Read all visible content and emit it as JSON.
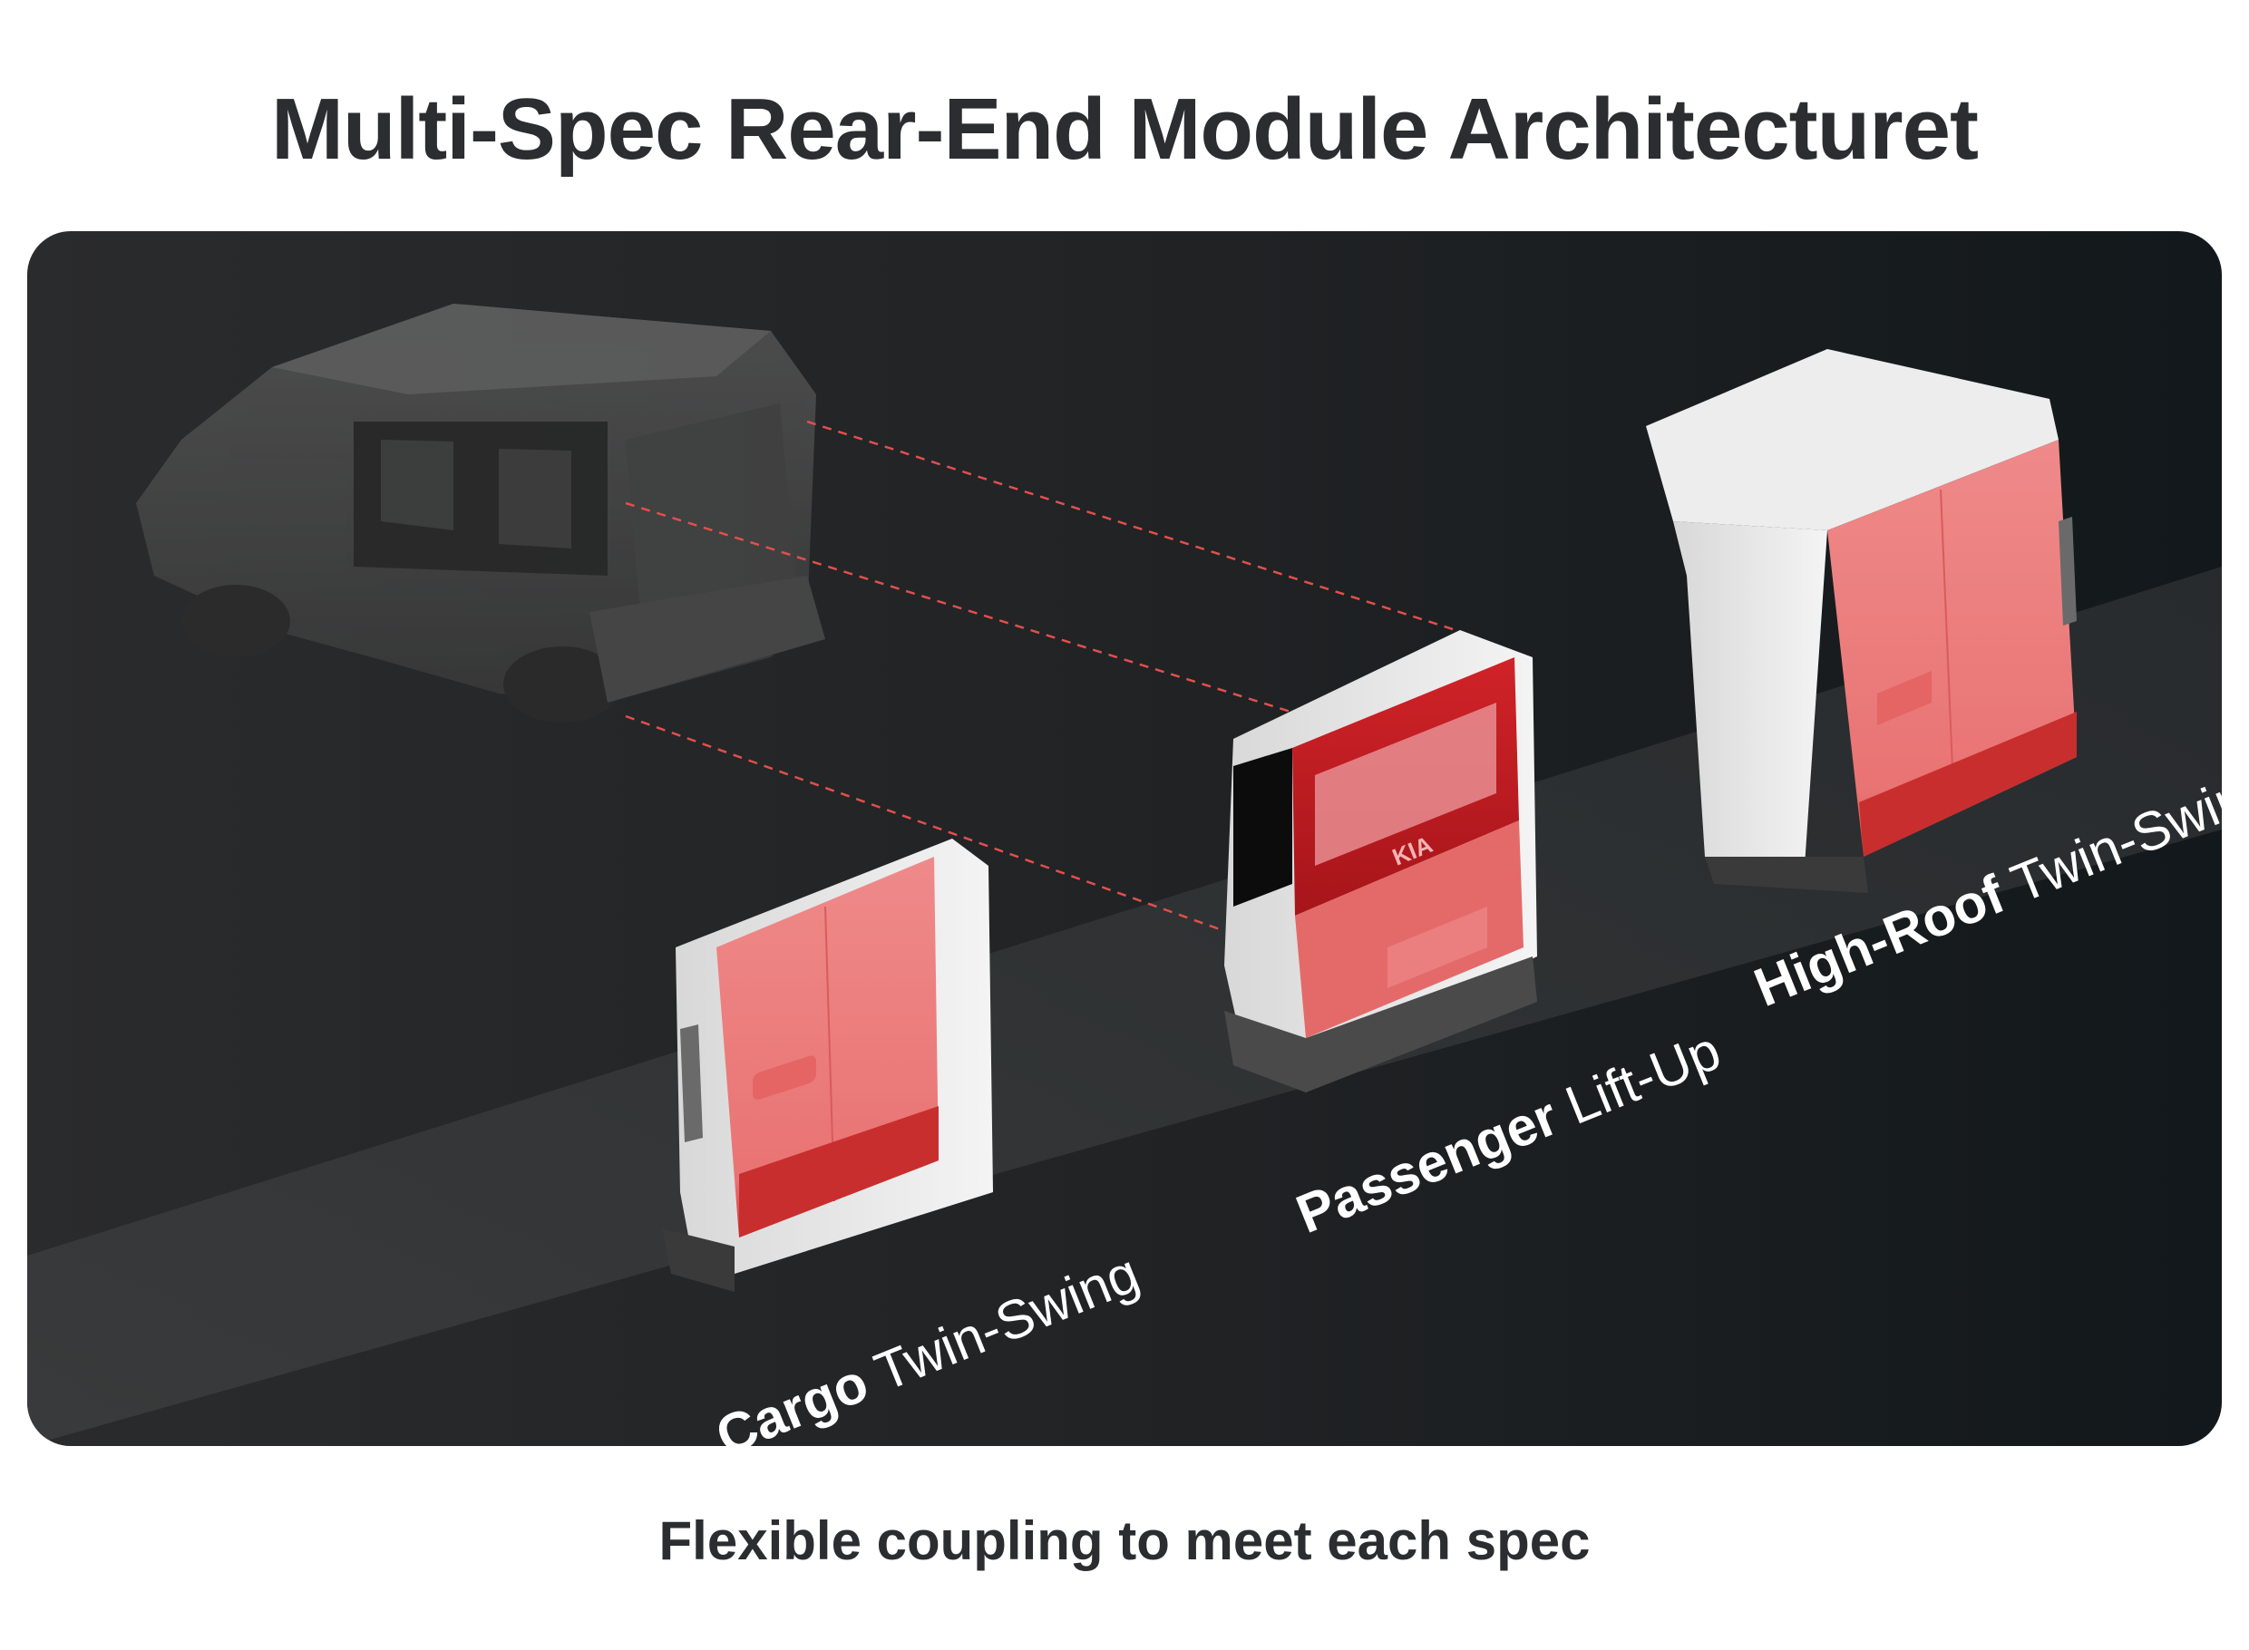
{
  "title": "Multi-Spec Rear-End Module Architecturet",
  "caption": "Flexible coupling to meet each spec",
  "modules": [
    {
      "bold": "Cargo",
      "rest": " Twin-Swing"
    },
    {
      "bold": "Passenger",
      "rest": " Lift-Up"
    },
    {
      "bold": "High-Roof",
      "rest": " Twin-Swing"
    }
  ],
  "colors": {
    "module_highlight": "#e8484b",
    "connector_line": "#e0504c",
    "panel_background": "#202224"
  }
}
